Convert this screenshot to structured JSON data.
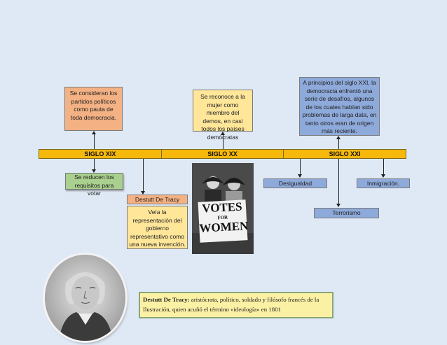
{
  "timeline": {
    "segments": [
      "SIGLO XIX",
      "SIGLO XX",
      "SIGLO XXI"
    ]
  },
  "boxes": {
    "partidos": "Se consideran los partidos políticos como pauta de toda democracia.",
    "mujer": "Se reconoce a la mujer como miembro del demos, en casi todos los países demócratas",
    "siglo_xxi": "A principios del siglo XXI, la democracia enfrentó una serie de desafíos, algunos de los cuales habían sido problemas de larga data, en tanto otros eran de origen más reciente.",
    "requisitos": "Se reducen los requisitos para votar",
    "destutt_title": "Destutt De Tracy",
    "destutt_body": "Veía la representación del gobierno representativo como una nueva invención.",
    "desigualdad": "Desigualdad",
    "inmigracion": "Inmigración.",
    "terrorismo": "Terrorismo"
  },
  "photo": {
    "sign_line1": "VOTES",
    "sign_line2": "FOR",
    "sign_line3": "WOMEN"
  },
  "caption": {
    "bold": "Destutt De Tracy:",
    "text": " aristócrata, político, soldado y filósofo francés de la Ilustración, quien acuñó el término «ideología» en 1801"
  },
  "colors": {
    "timeline": "#f6b80b",
    "salmon": "#f4b183",
    "yellow": "#ffe699",
    "blue": "#8eaadb",
    "green": "#a9d08e",
    "background": "#dfe9f5"
  }
}
